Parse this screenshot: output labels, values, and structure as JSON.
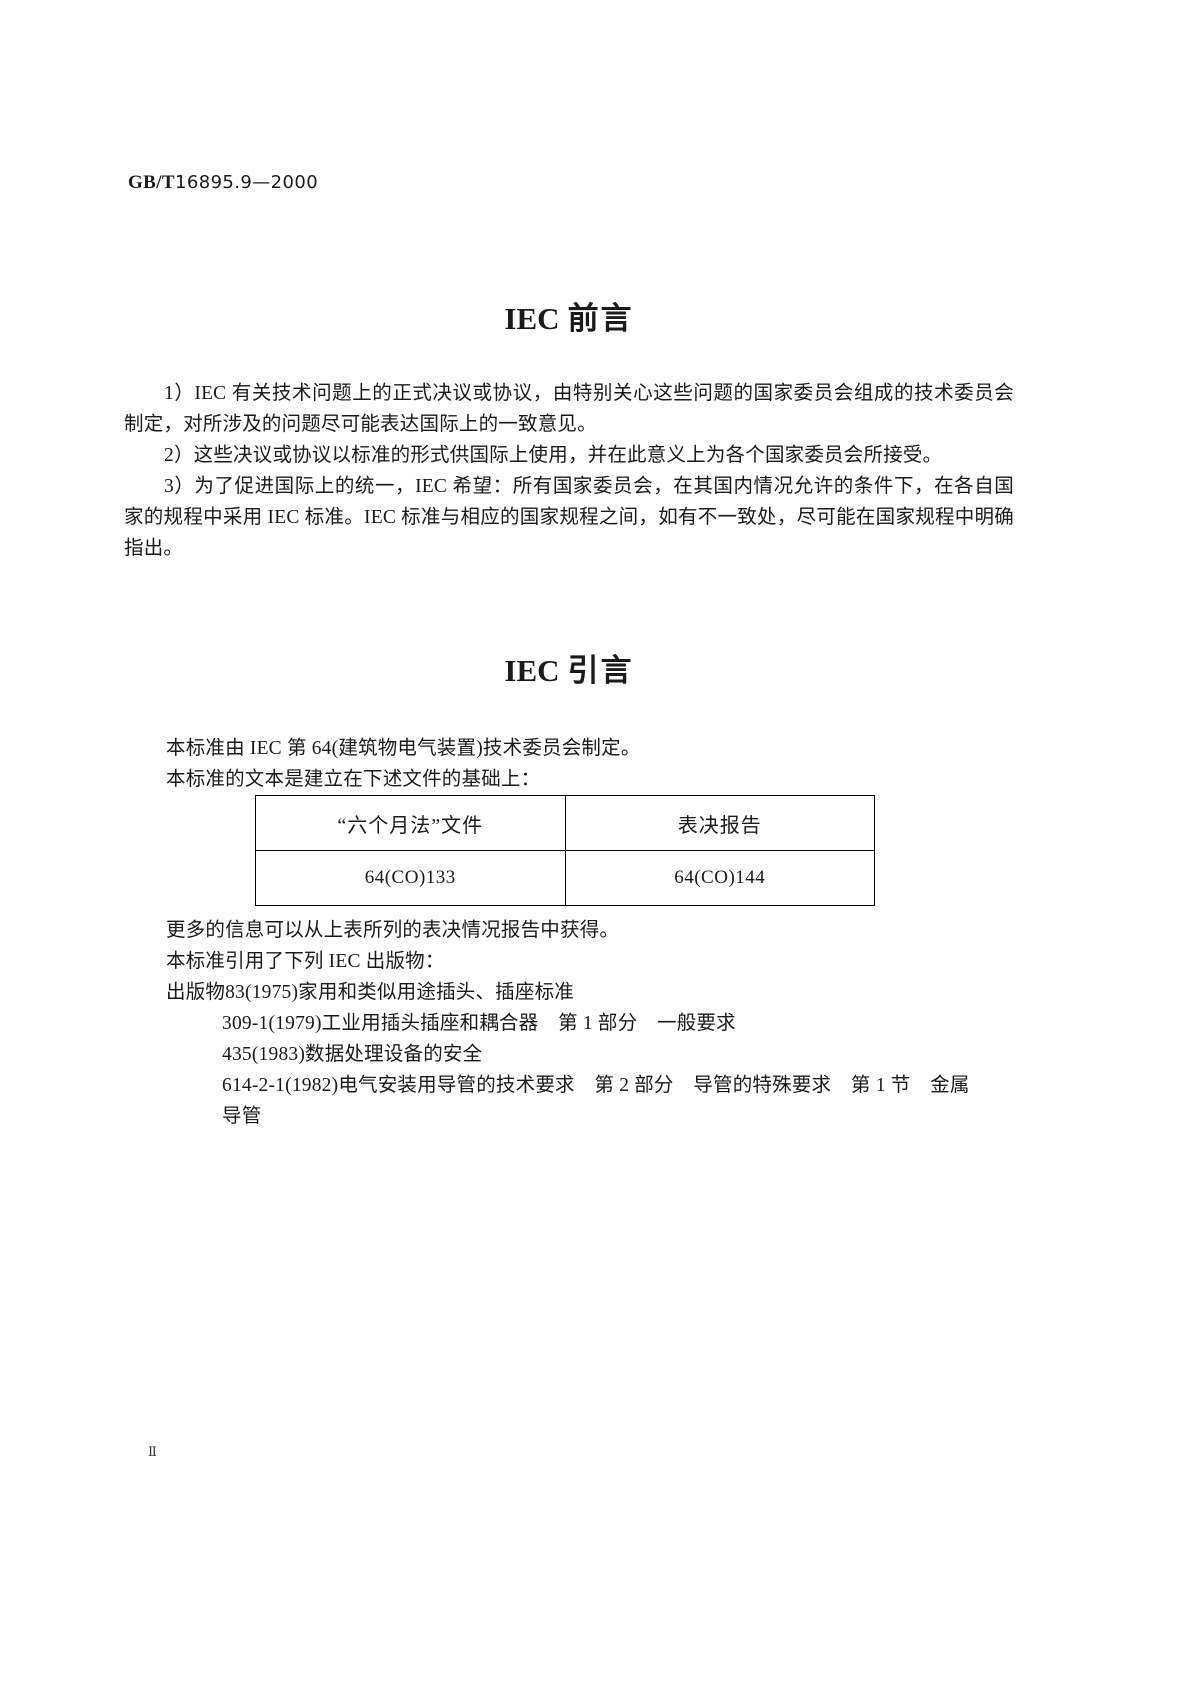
{
  "running_head": {
    "standard_prefix": "GB/T",
    "standard_number": "16895.9—2000"
  },
  "foreword": {
    "title_latin": "IEC",
    "title_cn": "前言",
    "items": [
      "1）IEC 有关技术问题上的正式决议或协议，由特别关心这些问题的国家委员会组成的技术委员会制定，对所涉及的问题尽可能表达国际上的一致意见。",
      "2）这些决议或协议以标准的形式供国际上使用，并在此意义上为各个国家委员会所接受。",
      "3）为了促进国际上的统一，IEC 希望：所有国家委员会，在其国内情况允许的条件下，在各自国家的规程中采用 IEC 标准。IEC 标准与相应的国家规程之间，如有不一致处，尽可能在国家规程中明确指出。"
    ]
  },
  "introduction": {
    "title_latin": "IEC",
    "title_cn": "引言",
    "line1": "本标准由 IEC 第 64(建筑物电气装置)技术委员会制定。",
    "line2": "本标准的文本是建立在下述文件的基础上：",
    "table": {
      "headers": [
        "“六个月法”文件",
        "表决报告"
      ],
      "rows": [
        [
          "64(CO)133",
          "64(CO)144"
        ]
      ]
    },
    "line3": "更多的信息可以从上表所列的表决情况报告中获得。",
    "line4": "本标准引用了下列 IEC 出版物：",
    "line5": "出版物83(1975)家用和类似用途插头、插座标准",
    "publications": [
      "309-1(1979)工业用插头插座和耦合器　第 1 部分　一般要求",
      "435(1983)数据处理设备的安全",
      "614-2-1(1982)电气安装用导管的技术要求　第 2 部分　导管的特殊要求　第 1 节　金属",
      "导管"
    ]
  },
  "footer": {
    "page_number": "Ⅱ"
  }
}
